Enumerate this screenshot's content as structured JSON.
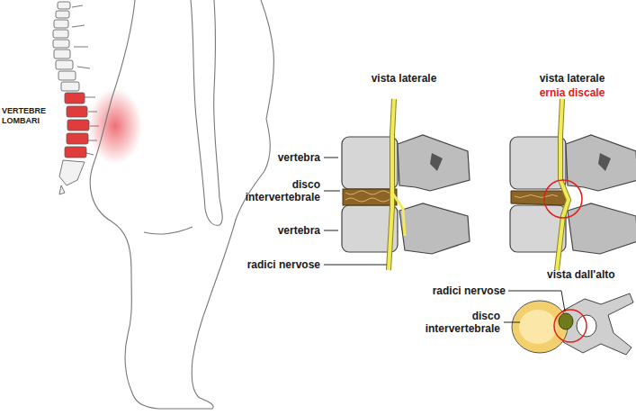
{
  "diagram": {
    "labels": [
      "VERTEBRE LOMBARI",
      "vista laterale",
      "vista laterale",
      "ernia discale",
      "vertebra",
      "disco intervertebrale",
      "vertebra",
      "radici nervose",
      "vista dall'alto",
      "radici nervose",
      "disco intervertebrale"
    ]
  }
}
